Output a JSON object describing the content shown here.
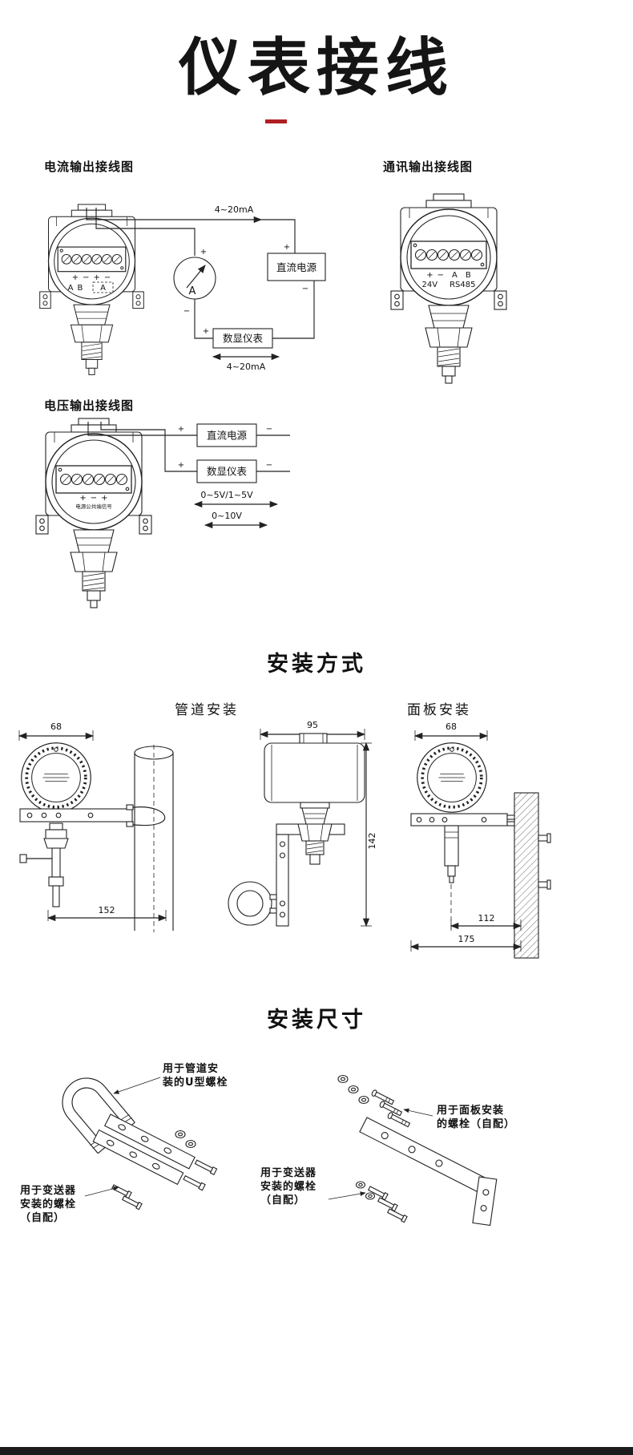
{
  "page": {
    "title": "仪表接线",
    "accent_color": "#b01f24"
  },
  "wiring": {
    "current": {
      "label": "电流输出接线图",
      "signal_top": "4~20mA",
      "signal_bottom": "4~20mA",
      "meter_letter": "A",
      "dc_power_label": "直流电源",
      "display_label": "数显仪表",
      "plus": "+",
      "minus": "−",
      "terminal_signs": "+ − + −",
      "terminal_letters": "A B",
      "boxed_terminal": "A"
    },
    "comm": {
      "label": "通讯输出接线图",
      "terminal_row1": "+ −  A  B",
      "terminal_row2": "24V   RS485"
    },
    "voltage": {
      "label": "电压输出接线图",
      "dc_power_label": "直流电源",
      "display_label": "数显仪表",
      "plus": "+",
      "minus": "−",
      "range_line1": "0~5V/1~5V",
      "range_line2": "0~10V",
      "terminal_signs": "+ − +",
      "terminal_note": "电源公共端信号"
    }
  },
  "installation": {
    "title": "安装方式",
    "pipe_label": "管道安装",
    "panel_label": "面板安装",
    "dims": {
      "pipe_width": "68",
      "pipe_base": "152",
      "bracket_width": "95",
      "bracket_height": "142",
      "panel_width": "68",
      "panel_offset": "112",
      "panel_total": "175"
    }
  },
  "mounting": {
    "title": "安装尺寸",
    "u_bolt_note": {
      "line1": "用于管道安",
      "line2": "装的U型螺栓"
    },
    "transmitter_note_left": {
      "line1": "用于变送器",
      "line2": "安装的螺栓",
      "line3": "（自配）"
    },
    "panel_note": {
      "line1": "用于面板安装",
      "line2": "的螺栓（自配）"
    },
    "transmitter_note_right": {
      "line1": "用于变送器",
      "line2": "安装的螺栓",
      "line3": "（自配）"
    }
  }
}
